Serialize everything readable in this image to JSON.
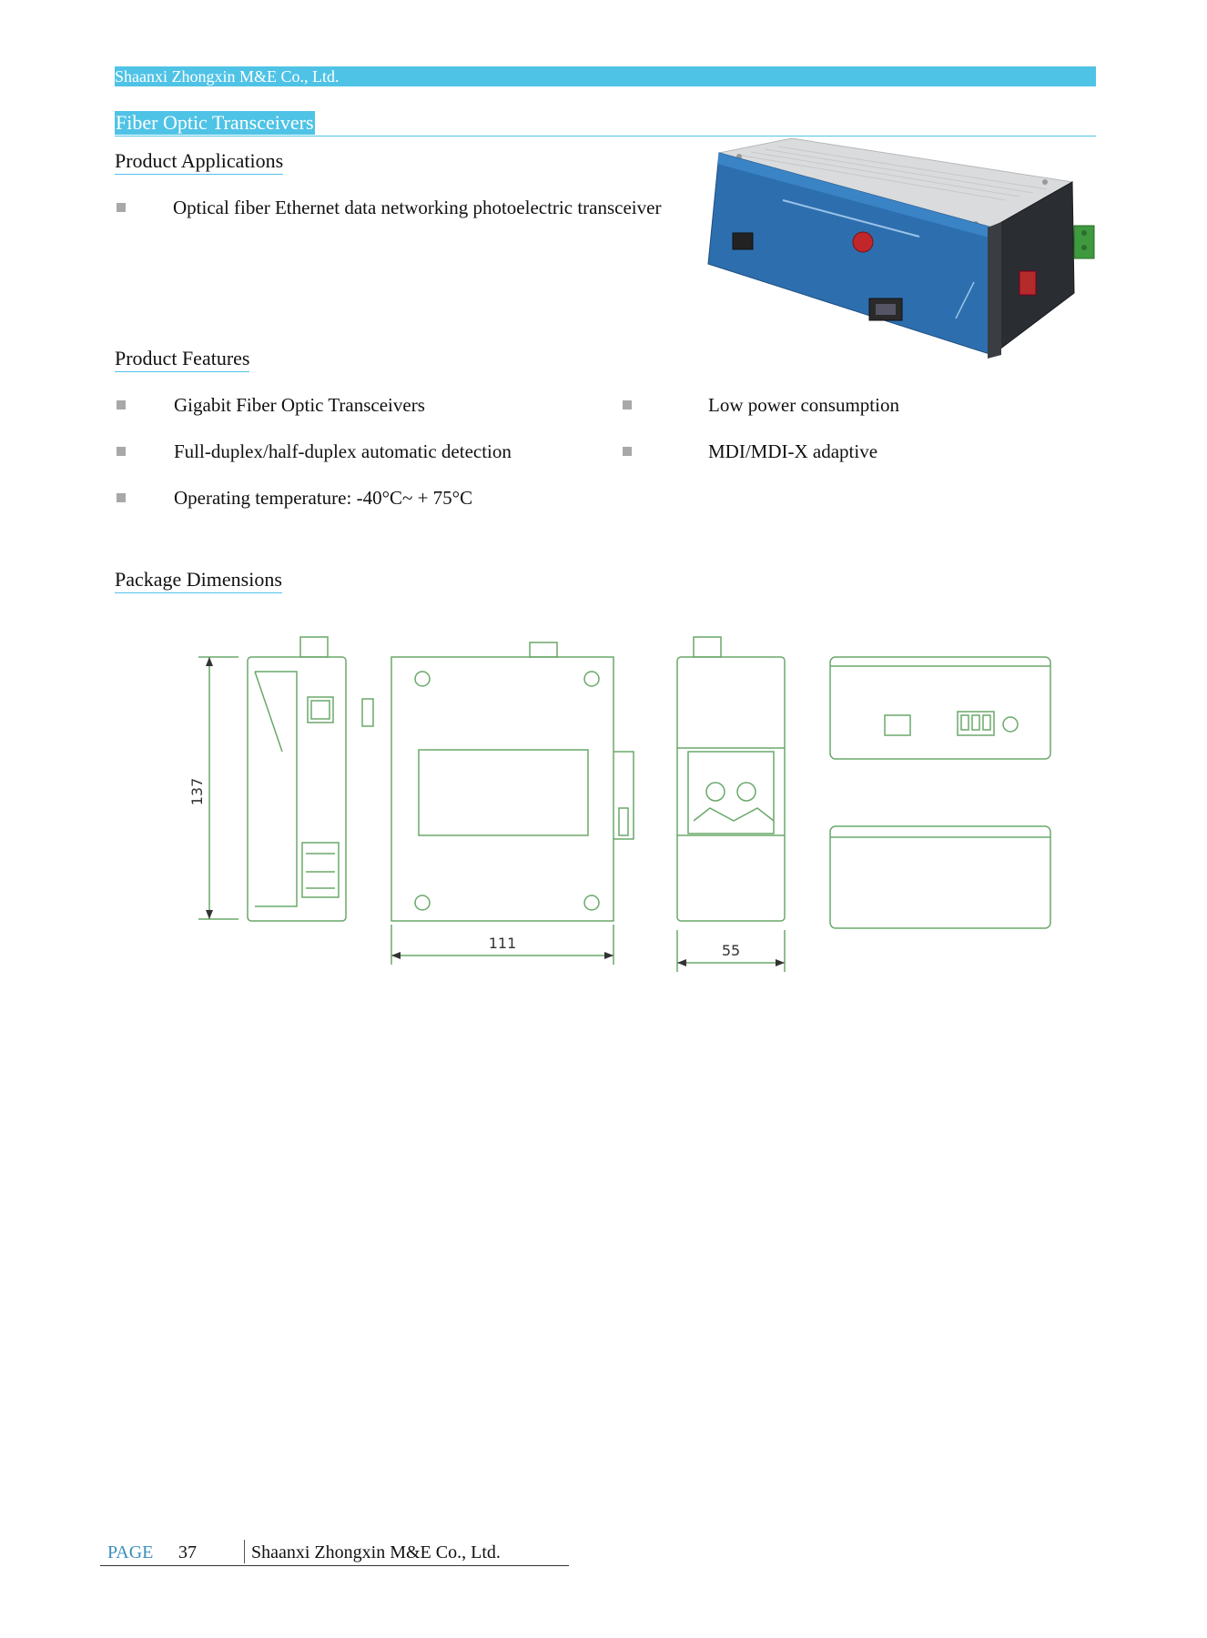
{
  "header": {
    "company": "Shaanxi Zhongxin M&E Co., Ltd."
  },
  "title": "Fiber Optic Transceivers",
  "applications": {
    "heading": "Product Applications",
    "items": [
      "Optical fiber Ethernet data networking photoelectric transceiver"
    ]
  },
  "features": {
    "heading": "Product Features",
    "items": [
      "Gigabit Fiber Optic Transceivers",
      "Low power consumption",
      "Full-duplex/half-duplex automatic detection",
      "MDI/MDI-X adaptive",
      "Operating temperature: -40°C~ + 75°C"
    ]
  },
  "dimensions": {
    "heading": "Package Dimensions",
    "height_label": "137",
    "width_label": "111",
    "depth_label": "55"
  },
  "footer": {
    "page_label": "PAGE",
    "page_number": "37",
    "company": "Shaanxi Zhongxin M&E Co., Ltd."
  },
  "colors": {
    "accent": "#4fc3e6",
    "drawing_line": "#6aa86a",
    "device_blue": "#2d6fae"
  }
}
